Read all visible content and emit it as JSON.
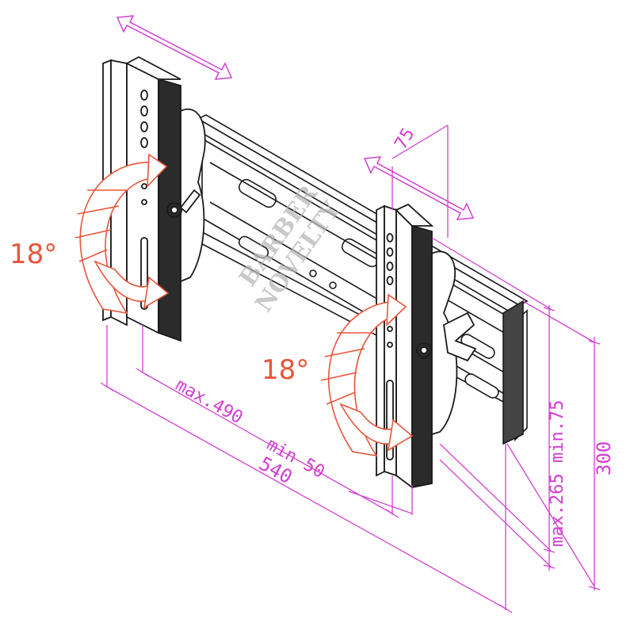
{
  "diagram": {
    "angle_left": "18°",
    "angle_right": "18°",
    "dim_max490": "max.490",
    "dim_min50": "min  50",
    "dim_540": "540",
    "dim_75_top": "75",
    "dim_max265_min75": "max.265  min.75",
    "dim_300": "300",
    "watermark_line1": "BARBER",
    "watermark_line2": "NOVELTY"
  },
  "colors": {
    "dimension": "#d23fd2",
    "angle_arrow": "#e8553a",
    "line": "#1a1a1a",
    "watermark": "#b8b8b8"
  }
}
